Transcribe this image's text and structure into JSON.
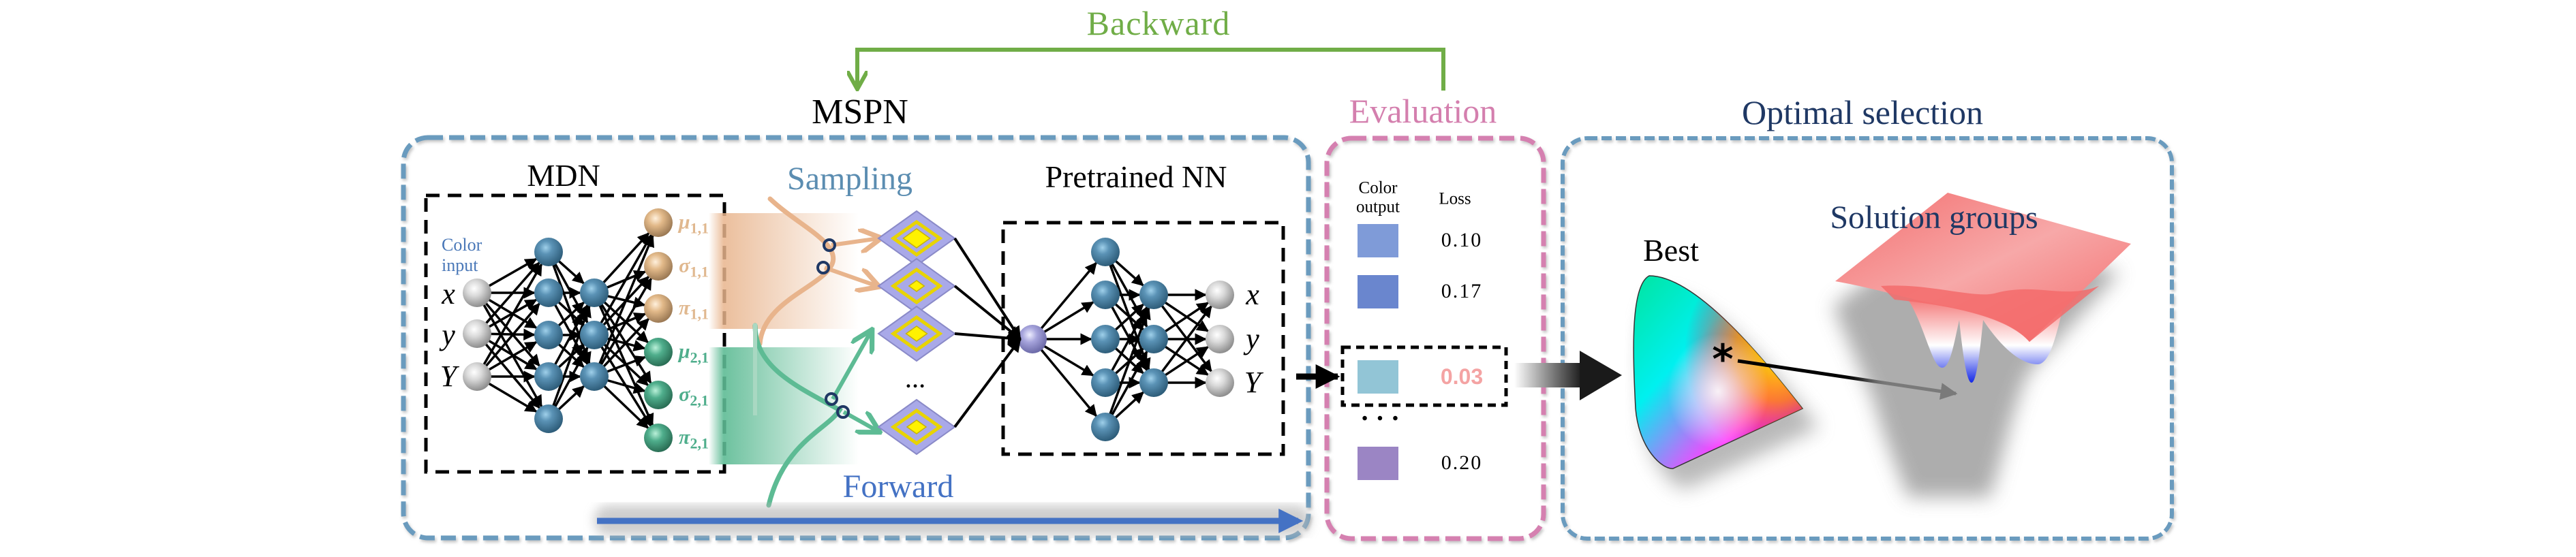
{
  "labels": {
    "backward": "Backward",
    "mspn": "MSPN",
    "evaluation": "Evaluation",
    "optimal_selection": "Optimal selection",
    "mdn": "MDN",
    "sampling": "Sampling",
    "pretrained_nn": "Pretrained NN",
    "forward": "Forward",
    "color_input_line1": "Color",
    "color_input_line2": "input",
    "best": "Best",
    "solution_groups": "Solution groups",
    "ellipsis": "…",
    "eval_ellipsis": "• • •"
  },
  "mdn": {
    "inputs": [
      "x",
      "y",
      "Y"
    ],
    "outputs": [
      {
        "sym": "μ",
        "sub": "1,1",
        "group": 1
      },
      {
        "sym": "σ",
        "sub": "1,1",
        "group": 1
      },
      {
        "sym": "π",
        "sub": "1,1",
        "group": 1
      },
      {
        "sym": "μ",
        "sub": "2,1",
        "group": 2
      },
      {
        "sym": "σ",
        "sub": "2,1",
        "group": 2
      },
      {
        "sym": "π",
        "sub": "2,1",
        "group": 2
      }
    ]
  },
  "pretrained_nn": {
    "outputs": [
      "x",
      "y",
      "Y"
    ]
  },
  "evaluation": {
    "header_color_line1": "Color",
    "header_color_line2": "output",
    "header_loss": "Loss",
    "rows": [
      {
        "color": "#7F9BD8",
        "loss": "0.10",
        "best": false
      },
      {
        "color": "#6A86CE",
        "loss": "0.17",
        "best": false
      },
      {
        "color": "#92C5D6",
        "loss": "0.03",
        "best": true
      },
      {
        "color": "#9B85C4",
        "loss": "0.20",
        "best": false
      }
    ]
  },
  "colors": {
    "backward_green": "#70AD47",
    "mspn_box": "#6A9BBE",
    "eval_box": "#D580B0",
    "forward_blue": "#4472C4",
    "group1_orange": "#E0B88F",
    "group2_green": "#4FAE8C",
    "sphere_blue": "#4D86A8",
    "sphere_gray": "#D8D8D8",
    "sphere_purple": "#A6A4DC",
    "best_loss": "#F4A3A3"
  }
}
